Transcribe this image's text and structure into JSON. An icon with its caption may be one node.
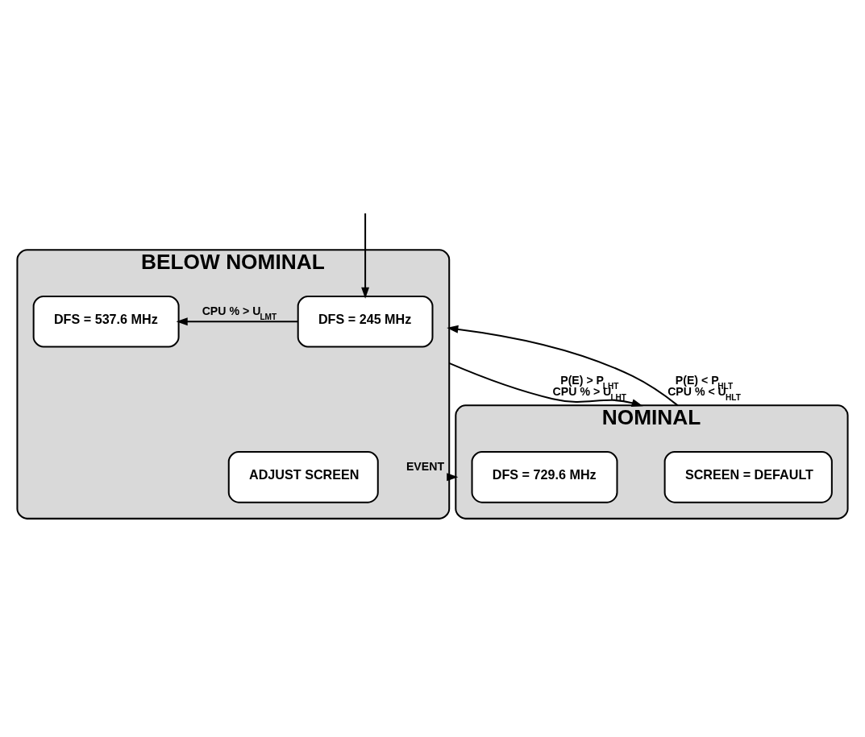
{
  "diagram": {
    "nodes": [
      {
        "text": [
          "BELOW NOMINAL"
        ]
      },
      {
        "text": [
          "DFS = 245 MHz"
        ],
        "in": 0
      },
      {
        "text": [
          "DFS = 537.6 MHz"
        ],
        "in": 0
      },
      {
        "text": [
          "ADJUST SCREEN"
        ],
        "in": 0
      },
      {
        "text": [
          "NOMINAL"
        ]
      },
      {
        "text": [
          "SCREEN = DEFAULT"
        ],
        "in": 4
      },
      {
        "text": [
          "DFS = 729.6 MHz"
        ],
        "in": 4
      }
    ],
    "edges": [
      {
        "from": null,
        "to": 1,
        "arrow": "to"
      },
      {
        "from": 1,
        "to": 2,
        "arrow": "to",
        "label": "CPU % > U$_{LMT}$"
      },
      {
        "from": 0,
        "to": 4,
        "arrow": "to",
        "label": "P(E) > P$_{LHT}$ CPU % > U$_{LHT}$"
      },
      {
        "from": 0,
        "to": 4,
        "arrow": "to",
        "label": "EVENT"
      },
      {
        "from": 4,
        "to": 0,
        "arrow": "to",
        "label": "P(E) < P$_{HLT}$ CPU % < U$_{HLT}$"
      }
    ]
  }
}
